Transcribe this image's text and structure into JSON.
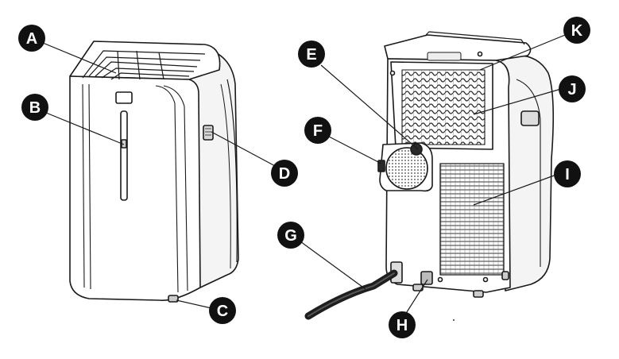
{
  "callouts": {
    "a": "A",
    "b": "B",
    "c": "C",
    "d": "D",
    "e": "E",
    "f": "F",
    "g": "G",
    "h": "H",
    "i": "I",
    "j": "J",
    "k": "K"
  },
  "colors": {
    "outline": "#1a1a1a",
    "fill": "#ffffff",
    "panel_shade": "#f1f1f1",
    "hose": "#1e1e1e",
    "callout_circle": "#111111",
    "callout_text": "#ffffff"
  }
}
